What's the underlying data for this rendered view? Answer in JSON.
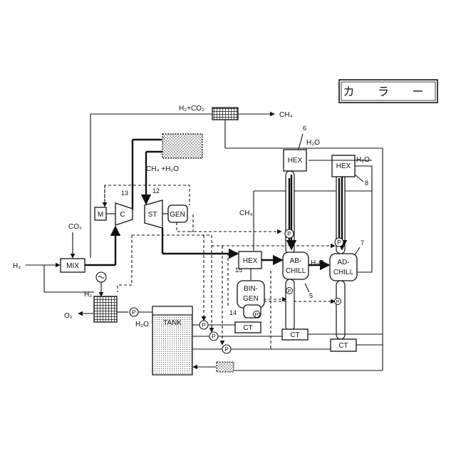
{
  "header": {
    "badge_text": "カ ラ ー"
  },
  "labels": {
    "h2_co2_formula": "H2+CO2",
    "h2_co2_display": "H₂+CO₂",
    "ch4_out": "CH₄",
    "ch4_h2o": "CH₄ +H₂O",
    "ch4_feed": "CH₄",
    "co2_in": "CO₂",
    "h2_in": "H₂",
    "h2_electrolyzer": "H₂",
    "o2_out": "O₂",
    "h2o_feed": "H₂O",
    "h2o_hex6": "H₂O",
    "h2o_hex8": "H₂O",
    "h2o_chill": "H₂O"
  },
  "components": {
    "mix": "MIX",
    "motor": "M",
    "compressor": "C",
    "steam_turbine": "ST",
    "generator": "GEN",
    "hex_main": "HEX",
    "hex_6": "HEX",
    "hex_8": "HEX",
    "ab_chill_1": "AB-",
    "ab_chill_2": "CHILL",
    "ad_chill_1": "AD-",
    "ad_chill_2": "CHILL",
    "bin_gen_1": "BIN-",
    "bin_gen_2": "GEN",
    "ct_1": "CT",
    "ct_2": "CT",
    "ct_3": "CT",
    "tank": "TANK",
    "pump": "P"
  },
  "reference_numbers": {
    "n5": "5",
    "n6": "6",
    "n7": "7",
    "n8": "8",
    "n12": "12",
    "n13": "13",
    "n14": "14",
    "n15": "15"
  },
  "colors": {
    "ink": "#111111",
    "background": "#ffffff"
  }
}
